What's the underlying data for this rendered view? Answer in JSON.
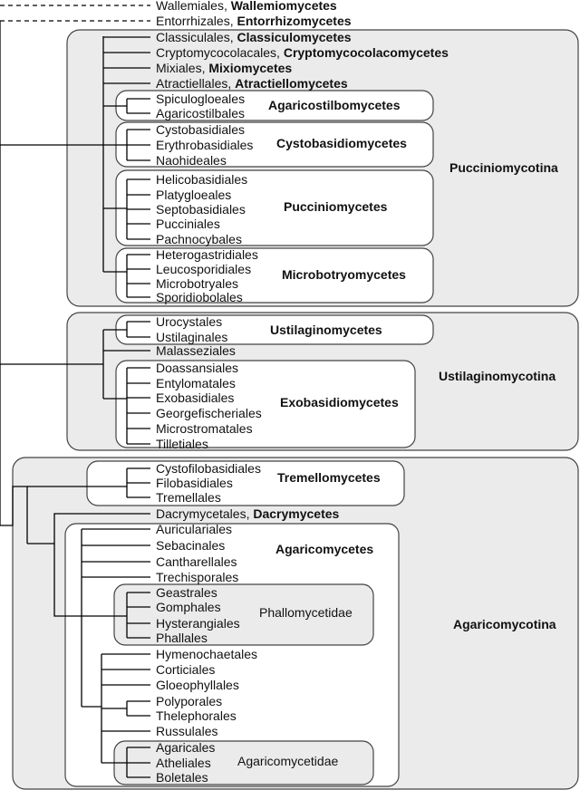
{
  "outgroups": {
    "wallemiales": {
      "order": "Wallemiales,",
      "class": "Wallemiomycetes"
    },
    "entorrhizales": {
      "order": "Entorrhizales,",
      "class": "Entorrhizomycetes"
    }
  },
  "pucciniomycotina": {
    "name": "Pucciniomycotina",
    "classiculales": {
      "order": "Classiculales,",
      "class": "Classiculomycetes"
    },
    "cryptomycocolacales": {
      "order": "Cryptomycocolacales,",
      "class": "Cryptomycocolacomycetes"
    },
    "mixiales": {
      "order": "Mixiales,",
      "class": "Mixiomycetes"
    },
    "atractiellales": {
      "order": "Atractiellales,",
      "class": "Atractiellomycetes"
    },
    "agaricostilbomycetes": {
      "name": "Agaricostilbomycetes",
      "orders": [
        "Spiculogloeales",
        "Agaricostilbales"
      ]
    },
    "cystobasidiomycetes": {
      "name": "Cystobasidiomycetes",
      "orders": [
        "Cystobasidiales",
        "Erythrobasidiales",
        "Naohideales"
      ]
    },
    "pucciniomycetes": {
      "name": "Pucciniomycetes",
      "orders": [
        "Helicobasidiales",
        "Platygloeales",
        "Septobasidiales",
        "Pucciniales",
        "Pachnocybales"
      ]
    },
    "microbotryomycetes": {
      "name": "Microbotryomycetes",
      "orders": [
        "Heterogastridiales",
        "Leucosporidiales",
        "Microbotryales",
        "Sporidiobolales"
      ]
    }
  },
  "ustilaginomycotina": {
    "name": "Ustilaginomycotina",
    "ustilaginomycetes": {
      "name": "Ustilaginomycetes",
      "orders": [
        "Urocystales",
        "Ustilaginales"
      ]
    },
    "malasseziales": "Malasseziales",
    "exobasidiomycetes": {
      "name": "Exobasidiomycetes",
      "orders": [
        "Doassansiales",
        "Entylomatales",
        "Exobasidiales",
        "Georgefischeriales",
        "Microstromatales",
        "Tilletiales"
      ]
    }
  },
  "agaricomycotina": {
    "name": "Agaricomycotina",
    "tremellomycetes": {
      "name": "Tremellomycetes",
      "orders": [
        "Cystofilobasidiales",
        "Filobasidiales",
        "Tremellales"
      ]
    },
    "dacrymycetales": {
      "order": "Dacrymycetales,",
      "class": "Dacrymycetes"
    },
    "agaricomycetes": {
      "name": "Agaricomycetes",
      "orders_a": [
        "Auriculariales",
        "Sebacinales",
        "Cantharellales",
        "Trechisporales"
      ],
      "phallomycetidae": {
        "name": "Phallomycetidae",
        "orders": [
          "Geastrales",
          "Gomphales",
          "Hysterangiales",
          "Phallales"
        ]
      },
      "orders_b": [
        "Hymenochaetales",
        "Corticiales",
        "Gloeophyllales",
        "Polyporales",
        "Thelephorales",
        "Russulales"
      ],
      "agaricomycetidae": {
        "name": "Agaricomycetidae",
        "orders": [
          "Agaricales",
          "Atheliales",
          "Boletales"
        ]
      }
    }
  }
}
